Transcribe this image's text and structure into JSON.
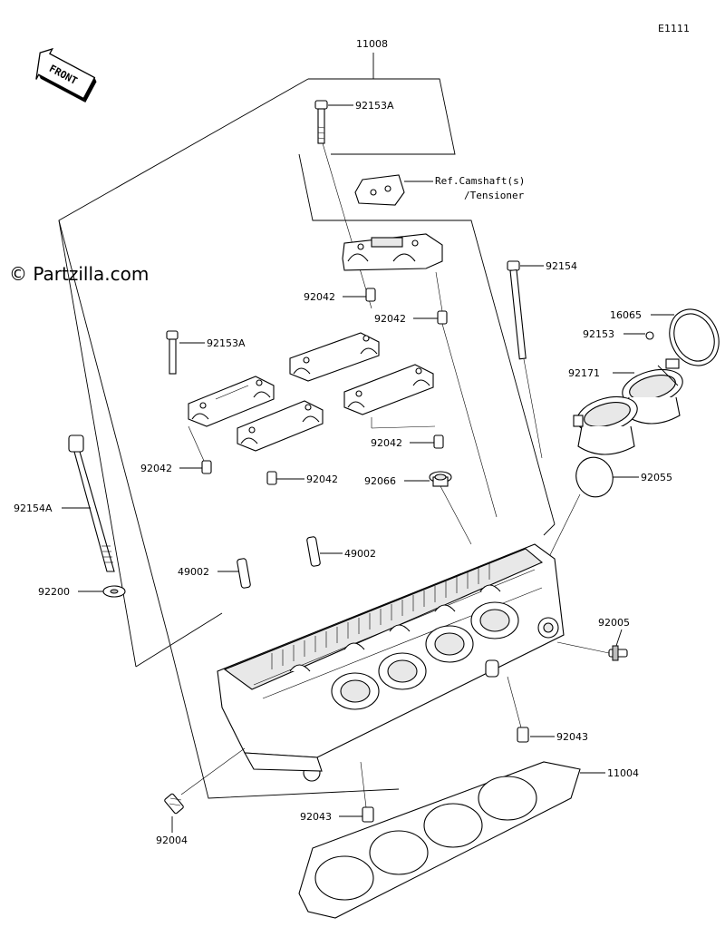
{
  "figure_code": "E1111",
  "front_label": "FRONT",
  "watermark": "© Partzilla.com",
  "callouts": {
    "p11008": "11008",
    "p92153A_top": "92153A",
    "ref_line1": "Ref.Camshaft(s)",
    "ref_line2": "/Tensioner",
    "p92154_a": "92154",
    "p92042_a": "92042",
    "p92042_b": "92042",
    "p16065": "16065",
    "p92153": "92153",
    "p92153A_mid": "92153A",
    "p92171": "92171",
    "p92042_c": "92042",
    "p92042_d": "92042",
    "p92042_e": "92042",
    "p92066": "92066",
    "p92055": "92055",
    "p92154A": "92154A",
    "p49002_a": "49002",
    "p49002_b": "49002",
    "p92200": "92200",
    "p92005": "92005",
    "p92043_a": "92043",
    "p11004": "11004",
    "p92043_b": "92043",
    "p92004": "92004"
  }
}
